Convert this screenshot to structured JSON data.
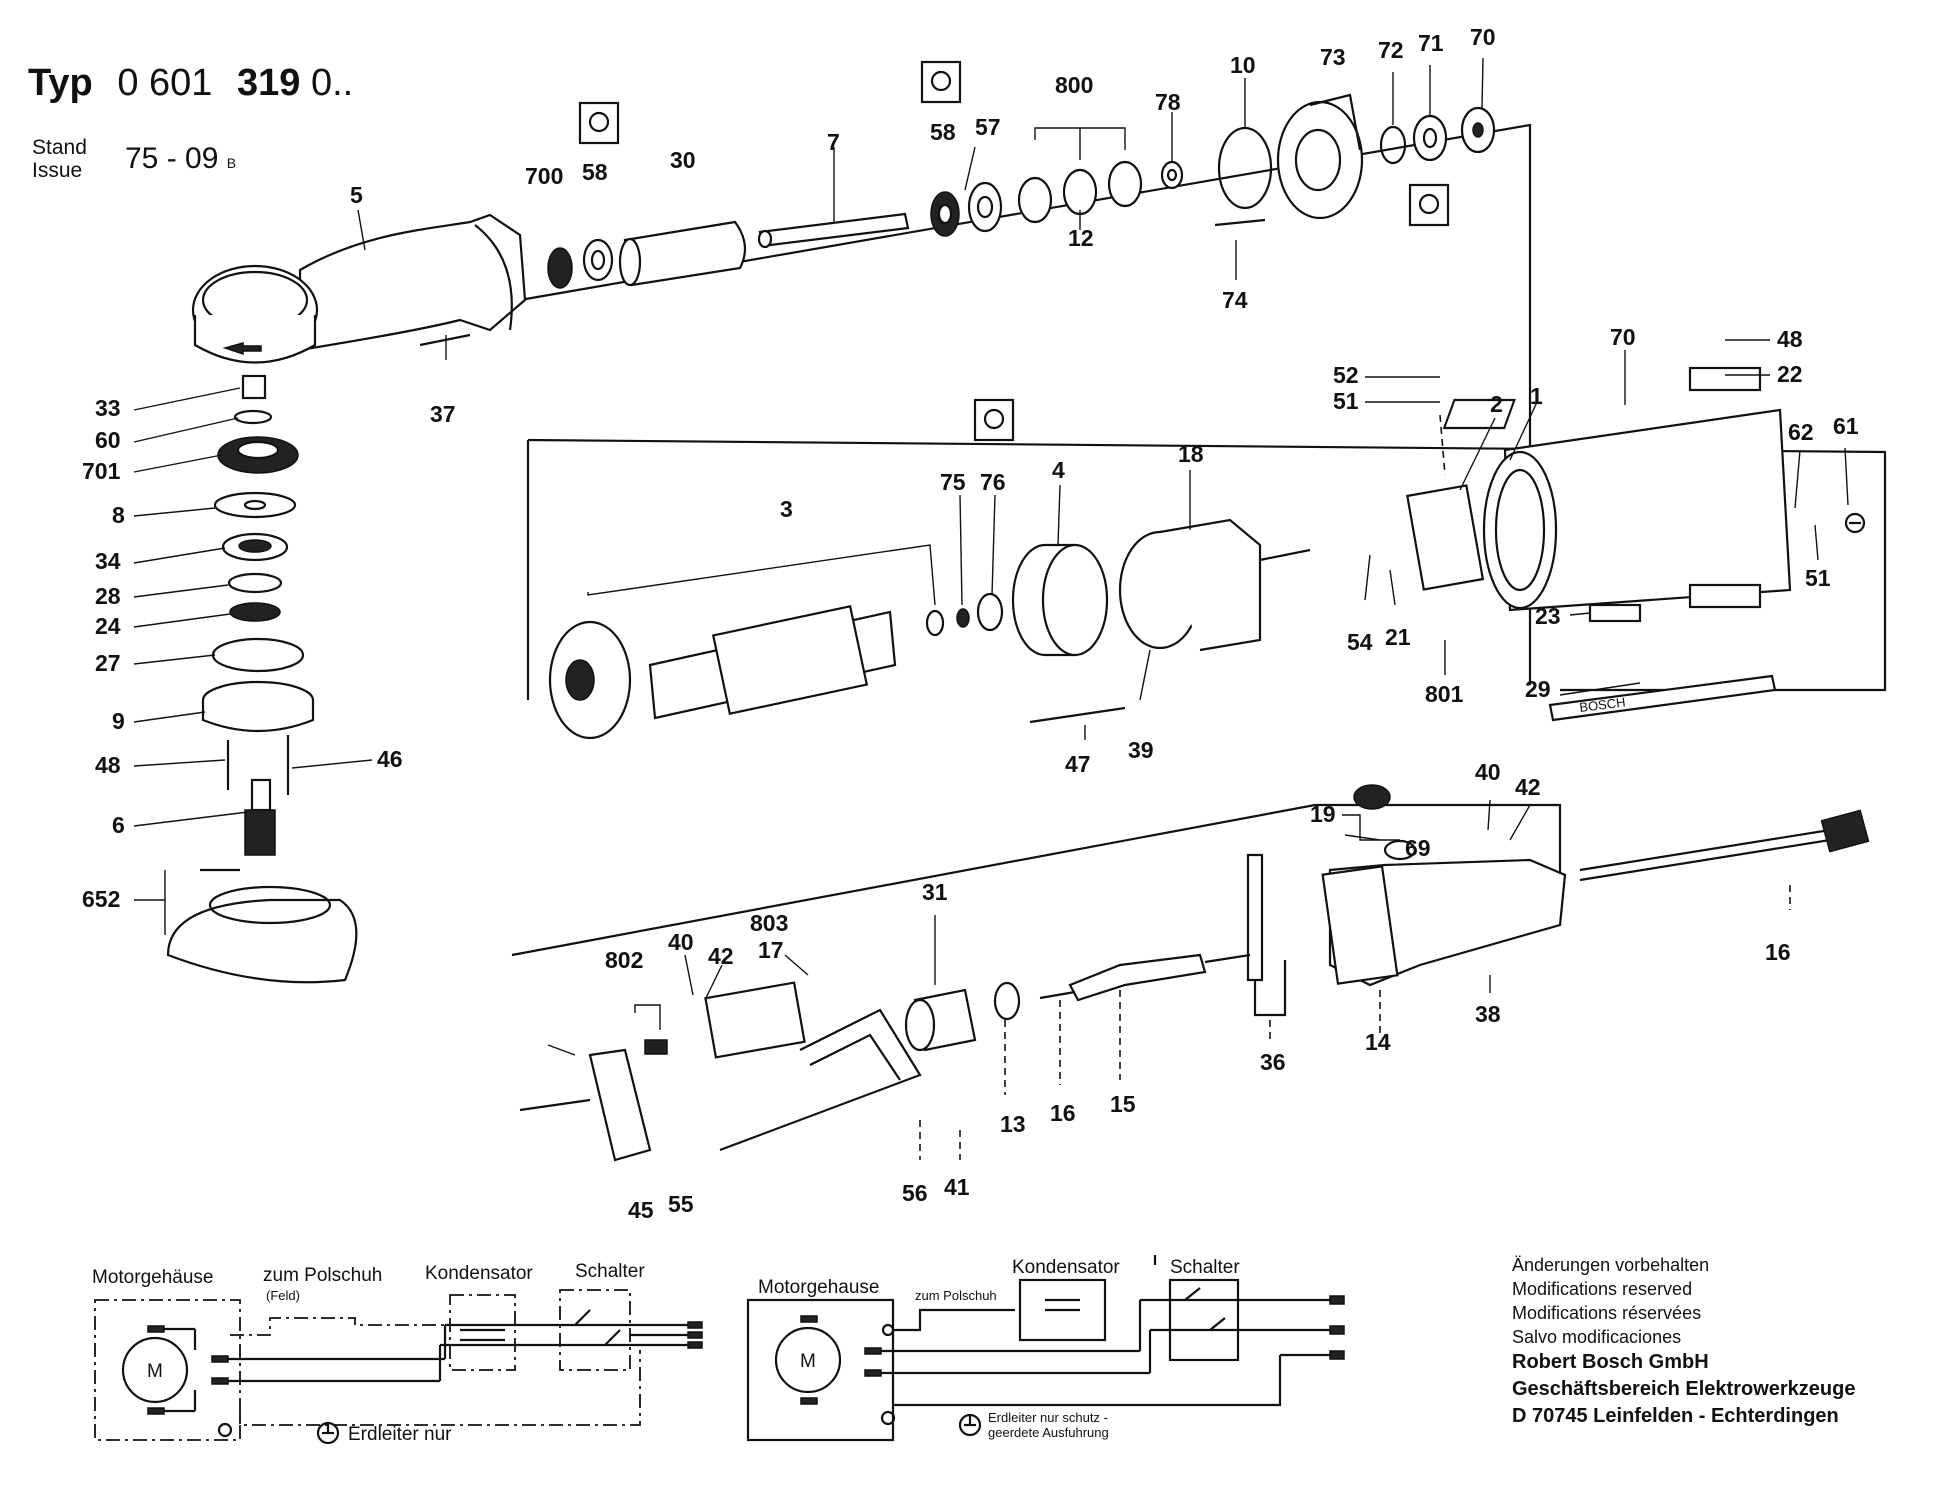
{
  "header": {
    "typ_label": "Typ",
    "typ_number_prefix": "0 601",
    "typ_number_bold": "319",
    "typ_number_suffix": "0..",
    "stand_label": "Stand",
    "issue_label": "Issue",
    "stand_value": "75 - 09",
    "stand_suffix": "B"
  },
  "parts": {
    "p5": "5",
    "p700": "700",
    "p58a": "58",
    "p30": "30",
    "p7": "7",
    "p58b": "58",
    "p57": "57",
    "p800": "800",
    "p12": "12",
    "p78": "78",
    "p10": "10",
    "p73": "73",
    "p72": "72",
    "p71": "71",
    "p70a": "70",
    "p74": "74",
    "p37": "37",
    "p33": "33",
    "p60": "60",
    "p701": "701",
    "p8": "8",
    "p34": "34",
    "p28": "28",
    "p24": "24",
    "p27": "27",
    "p9": "9",
    "p48a": "48",
    "p46": "46",
    "p6": "6",
    "p652": "652",
    "p3": "3",
    "p75": "75",
    "p76": "76",
    "p4": "4",
    "p18": "18",
    "p47": "47",
    "p39": "39",
    "p52": "52",
    "p51a": "51",
    "p2": "2",
    "p1": "1",
    "p70b": "70",
    "p48b": "48",
    "p22": "22",
    "p62": "62",
    "p61": "61",
    "p51b": "51",
    "p54": "54",
    "p21": "21",
    "p801": "801",
    "p23": "23",
    "p29": "29",
    "p19": "19",
    "p69": "69",
    "p40a": "40",
    "p42a": "42",
    "p16a": "16",
    "p802": "802",
    "p40b": "40",
    "p42b": "42",
    "p803": "803",
    "p17": "17",
    "p31": "31",
    "p13": "13",
    "p16b": "16",
    "p15": "15",
    "p36": "36",
    "p14": "14",
    "p38": "38",
    "p45": "45",
    "p55": "55",
    "p56": "56",
    "p41": "41"
  },
  "brand_strip": "BOSCH",
  "wiring_left": {
    "motor_housing": "Motorgehäuse",
    "to_pole_shoe": "zum Polschuh",
    "field": "(Feld)",
    "capacitor": "Kondensator",
    "switch": "Schalter",
    "motor": "M",
    "earth_note": "Erdleiter nur"
  },
  "wiring_right": {
    "motor_housing": "Motorgehause",
    "to_pole_shoe": "zum Polschuh",
    "capacitor": "Kondensator",
    "switch": "Schalter",
    "motor": "M",
    "earth_note_1": "Erdleiter nur schutz -",
    "earth_note_2": "geerdete Ausfuhrung"
  },
  "footer": {
    "line1": "Änderungen vorbehalten",
    "line2": "Modifications reserved",
    "line3": "Modifications réservées",
    "line4": "Salvo modificaciones",
    "company": "Robert Bosch GmbH",
    "division": "Geschäftsbereich Elektrowerkzeuge",
    "address": "D 70745 Leinfelden - Echterdingen"
  }
}
